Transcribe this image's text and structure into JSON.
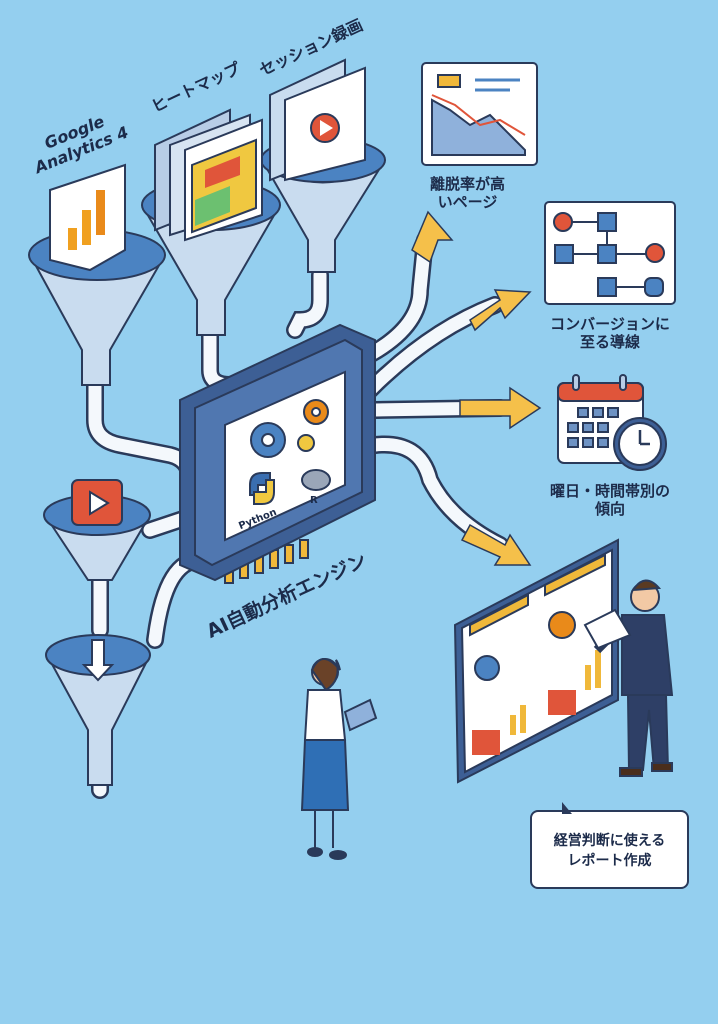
{
  "sources": {
    "ga4": "Google Analytics 4",
    "heatmap": "ヒートマップ",
    "session": "セッション録画"
  },
  "engine": {
    "title": "AI自動分析エンジン",
    "python": "Python",
    "r": "R"
  },
  "outputs": [
    {
      "line1": "離脱率が高",
      "line2": "いページ"
    },
    {
      "line1": "コンバージョンに",
      "line2": "至る導線"
    },
    {
      "line1": "曜日・時間帯別の",
      "line2": "傾向"
    }
  ],
  "report_bubble": {
    "line1": "経営判断に使える",
    "line2": "レポート作成"
  },
  "colors": {
    "background": "#94cfef",
    "arrow": "#f5c04a",
    "navy": "#1c2b4a",
    "accent_red": "#e0553a"
  }
}
